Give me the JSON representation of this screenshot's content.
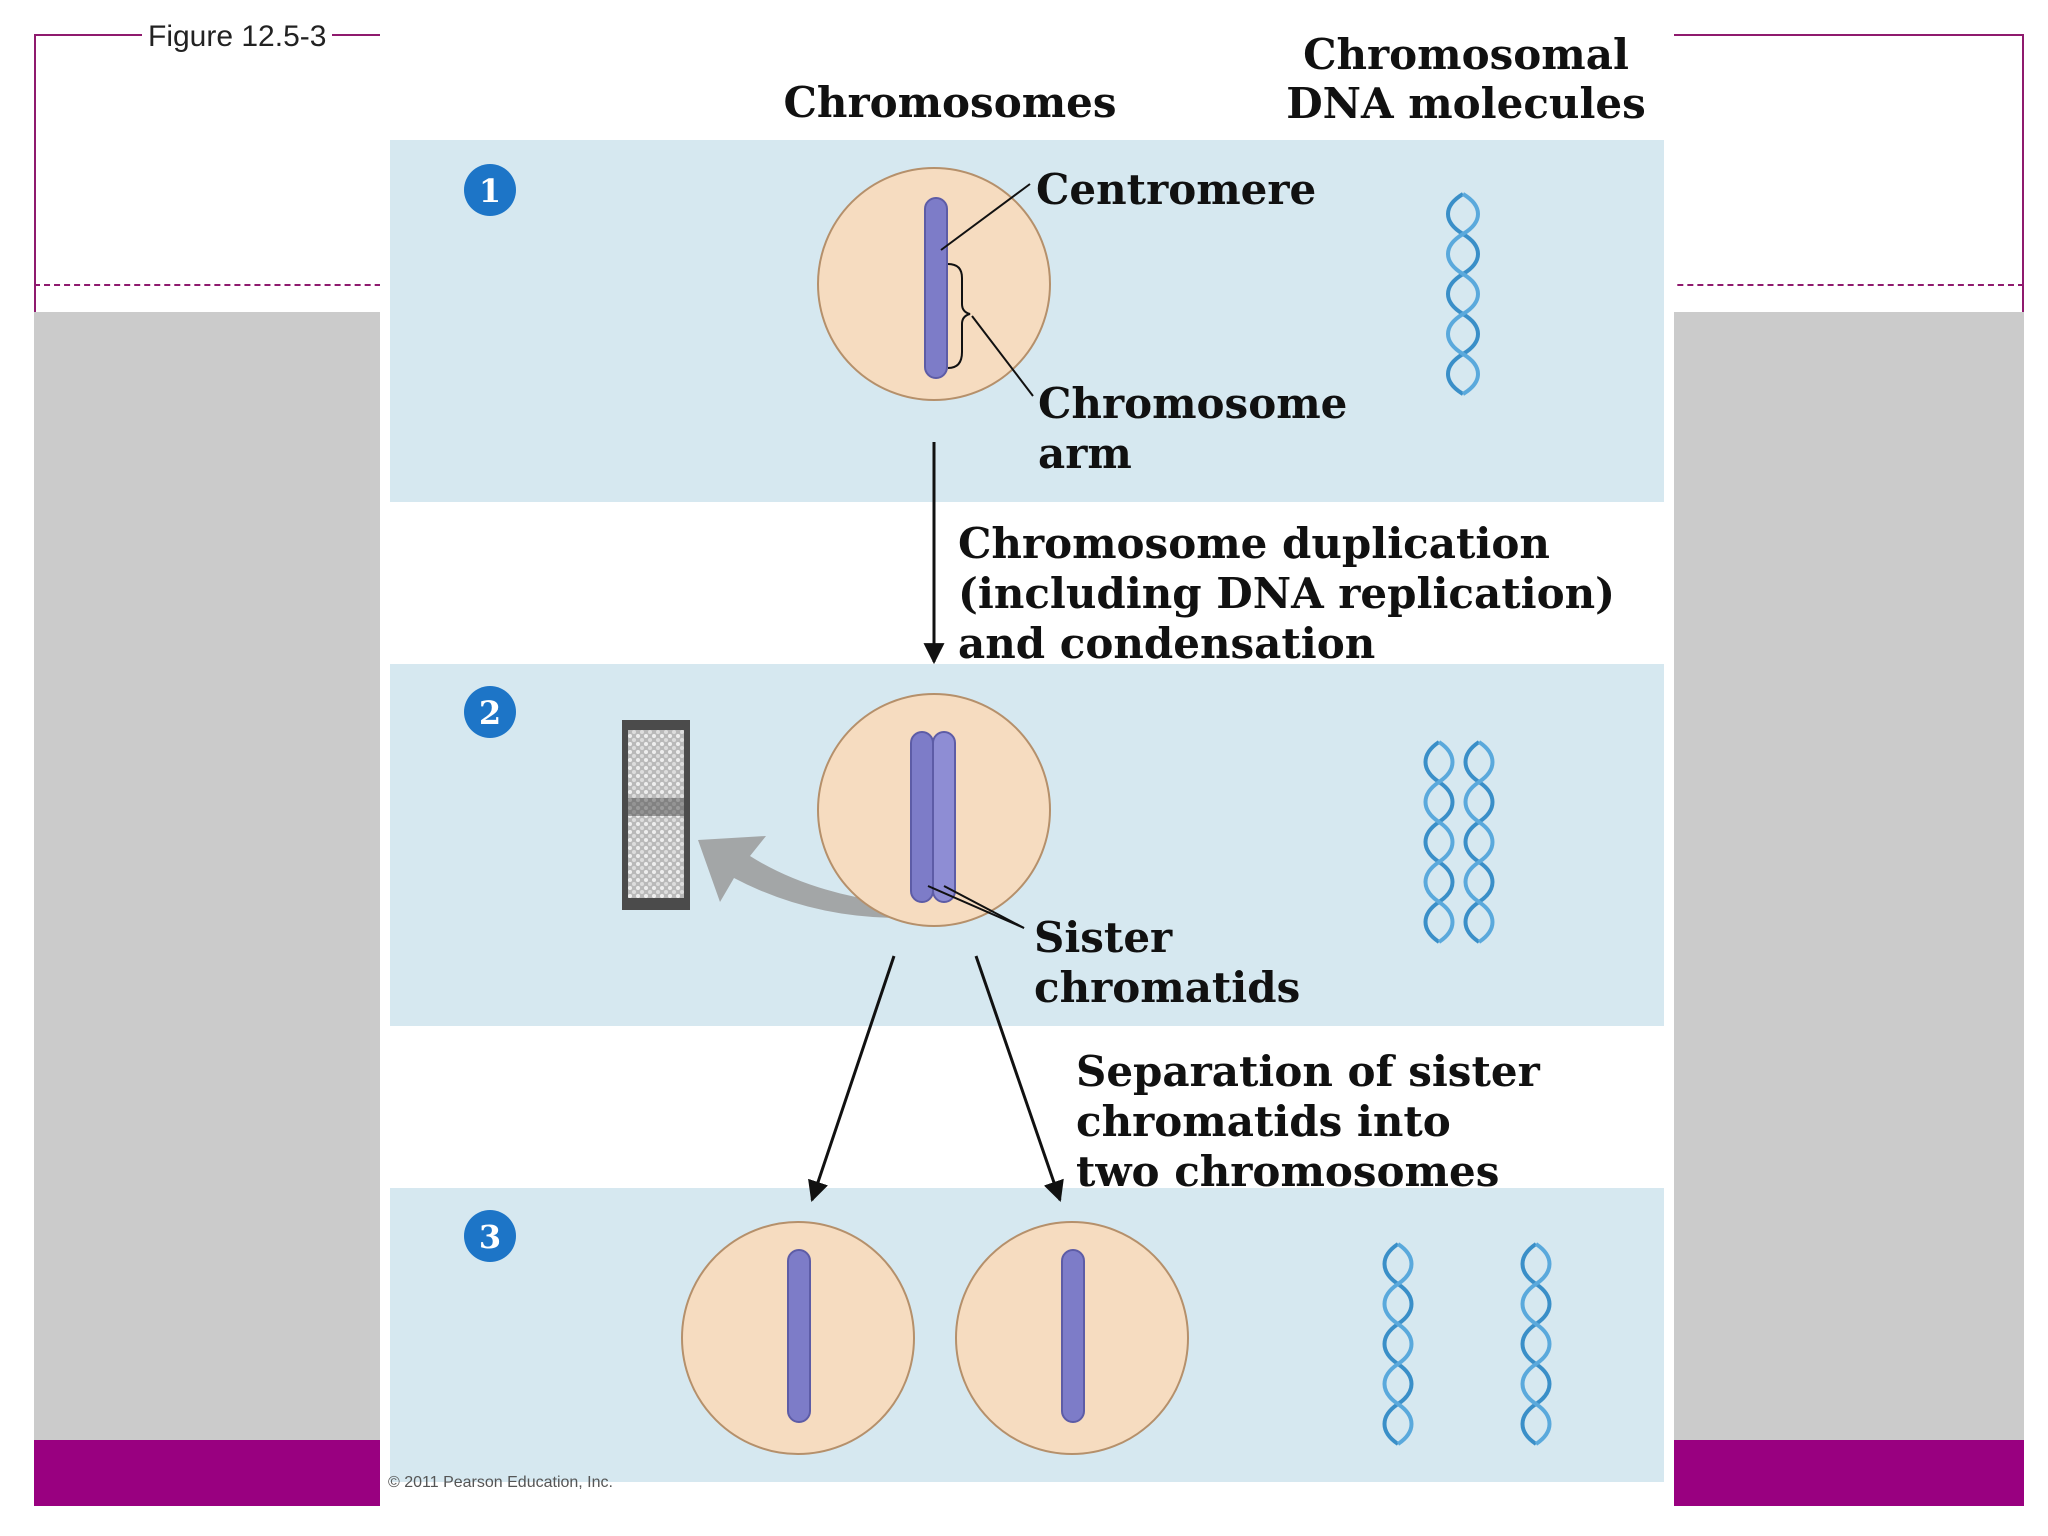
{
  "figure_label": "Figure 12.5-3",
  "headers": {
    "chromosomes": "Chromosomes",
    "dna_line1": "Chromosomal",
    "dna_line2": "DNA molecules"
  },
  "steps": [
    "1",
    "2",
    "3"
  ],
  "labels": {
    "centromere": "Centromere",
    "arm_line1": "Chromosome",
    "arm_line2": "arm",
    "dup_line1": "Chromosome duplication",
    "dup_line2": "(including DNA replication)",
    "dup_line3": "and condensation",
    "sister_line1": "Sister",
    "sister_line2": "chromatids",
    "sep_line1": "Separation of sister",
    "sep_line2": "chromatids into",
    "sep_line3": "two chromosomes"
  },
  "copyright": "© 2011 Pearson Education, Inc.",
  "colors": {
    "frame": "#8f1a6e",
    "band_magenta": "#990080",
    "band_gray": "#cbcbcb",
    "panel_blue": "#d6e8f0",
    "cell_fill": "#f6dcc0",
    "chromosome": "#7d7cc8",
    "badge": "#1d75c7",
    "dna": "#3a8fc8"
  }
}
